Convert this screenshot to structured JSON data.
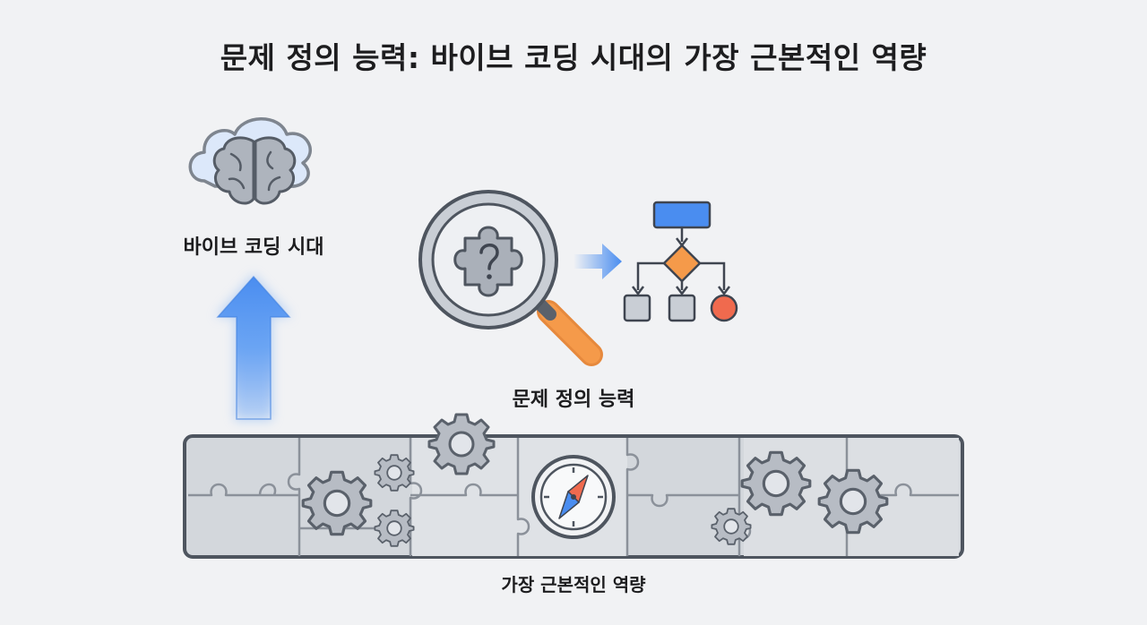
{
  "title": "문제 정의 능력: 바이브 코딩 시대의 가장 근본적인 역량",
  "nodes": {
    "vibe_coding": "바이브 코딩 시대",
    "problem_definition": "문제 정의 능력",
    "core_competency": "가장 근본적인 역량"
  },
  "icons": {
    "vibe_coding": [
      "cloud-icon",
      "brain-icon"
    ],
    "problem_definition": [
      "magnifier-icon",
      "puzzle-piece-icon",
      "question-mark-icon",
      "flowchart-icon"
    ],
    "core_competency": [
      "puzzle-band",
      "gear-icon",
      "compass-icon"
    ]
  },
  "colors": {
    "accent_blue": "#4a8df0",
    "orange": "#f59a4a",
    "red": "#f06a4e",
    "gray": "#9aa0aa",
    "dark": "#3f4550"
  }
}
